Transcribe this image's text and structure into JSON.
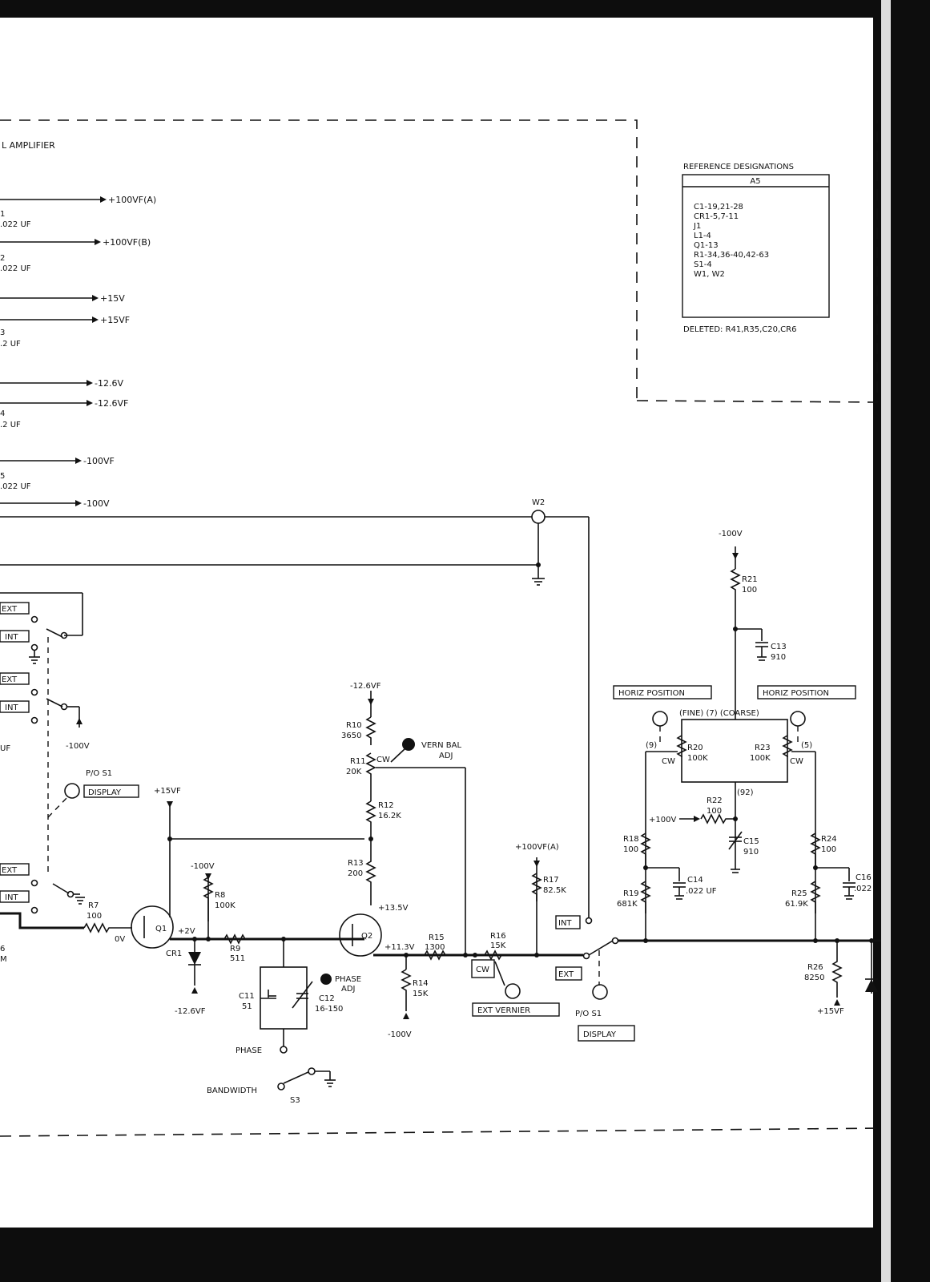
{
  "section_title": "L AMPLIFIER",
  "rails": {
    "r1": "+100VF(A)",
    "c1": "1",
    "c1v": ".022 UF",
    "r2": "+100VF(B)",
    "c2": "2",
    "c2v": ".022 UF",
    "r3": "+15V",
    "r3b": "+15VF",
    "c3": "3",
    "c3v": ".2 UF",
    "r4": "-12.6V",
    "r4b": "-12.6VF",
    "c4": "4",
    "c4v": ".2 UF",
    "r5": "-100VF",
    "c5": "5",
    "c5v": ".022 UF",
    "r6": "-100V"
  },
  "ref_table": {
    "title": "REFERENCE DESIGNATIONS",
    "header": "A5",
    "rows": [
      "C1-19,21-28",
      "CR1-5,7-11",
      "J1",
      "L1-4",
      "Q1-13",
      "R1-34,36-40,42-63",
      "S1-4",
      "W1, W2"
    ],
    "deleted": "DELETED: R41,R35,C20,CR6"
  },
  "labels": {
    "w2": "W2",
    "m100v_top": "-100V",
    "r21": "R21",
    "r21v": "100",
    "c13": "C13",
    "c13v": "910",
    "horiz1": "HORIZ POSITION",
    "horiz2": "HORIZ POSITION",
    "fine": "(FINE) (7) (COARSE)",
    "p9": "(9)",
    "p5": "(5)",
    "p92": "(92)",
    "r20": "R20",
    "r20v": "100K",
    "r23": "R23",
    "r23v": "100K",
    "cw": "CW",
    "r22": "R22",
    "r22v": "100",
    "p100v": "+100V",
    "c15": "C15",
    "c15v": "910",
    "r18": "R18",
    "r18v": "100",
    "r19": "R19",
    "r19v": "681K",
    "c14": "C14",
    "c14v": ".022 UF",
    "r24": "R24",
    "r24v": "100",
    "r25": "R25",
    "r25v": "61.9K",
    "c16": "C16",
    "c16v": ".022",
    "r26": "R26",
    "r26v": "8250",
    "p15vf_r26": "+15VF",
    "m126vf_top": "-12.6VF",
    "r10": "R10",
    "r10v": "3650",
    "r11": "R11",
    "r11v": "20K",
    "vern_bal": "VERN BAL",
    "adj": "ADJ",
    "r12": "R12",
    "r12v": "16.2K",
    "r13": "R13",
    "r13v": "200",
    "p13v": "+13.5V",
    "p11v": "+11.3V",
    "q2": "Q2",
    "q1": "Q1",
    "r15": "R15",
    "r15v": "1300",
    "r16": "R16",
    "r16v": "15K",
    "r14": "R14",
    "r14v": "15K",
    "m100v_r14": "-100V",
    "ext_vernier": "EXT VERNIER",
    "p100vfa": "+100VF(A)",
    "r17": "R17",
    "r17v": "82.5K",
    "int": "INT",
    "ext": "EXT",
    "po_s1": "P/O S1",
    "display": "DISPLAY",
    "p15vf": "+15VF",
    "m100v_r8": "-100V",
    "r8": "R8",
    "r8v": "100K",
    "r7": "R7",
    "r7v": "100",
    "ov": "0V",
    "p2v": "+2V",
    "r9": "R9",
    "r9v": "511",
    "cr1": "CR1",
    "m126vf_cr1": "-12.6VF",
    "c11": "C11",
    "c11v": "51",
    "c12": "C12",
    "c12v": "16-150",
    "phase_adj": "PHASE",
    "phase_adj2": "ADJ",
    "phase": "PHASE",
    "bandwidth": "BANDWIDTH",
    "s3": "S3",
    "m100v_left": "-100V",
    "uf_left": "UF",
    "left6": "6",
    "leftm": "M"
  },
  "colors": {
    "ink": "#111111",
    "frame": "#0d0d0d"
  }
}
